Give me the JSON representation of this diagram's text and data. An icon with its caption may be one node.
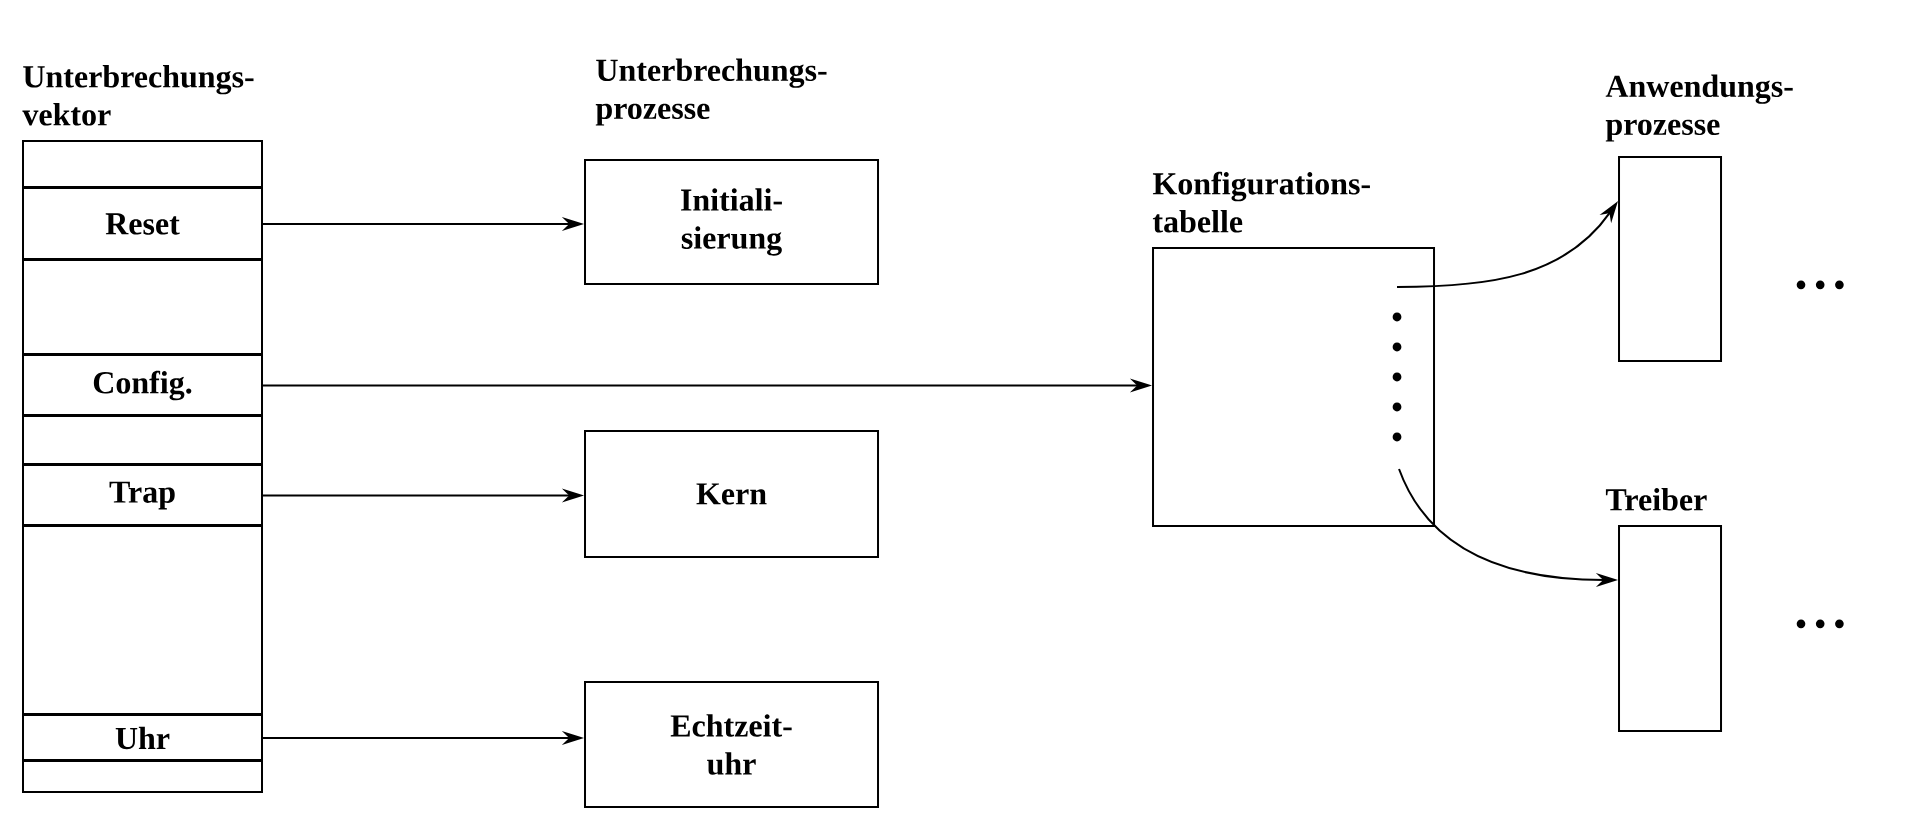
{
  "diagram": {
    "nodes": [
      {
        "text": [
          "Unterbrechungs- vektor"
        ]
      },
      {
        "text": [
          "Reset"
        ],
        "in": 0
      },
      {
        "text": [
          "Config."
        ],
        "in": 0
      },
      {
        "text": [
          "Trap"
        ],
        "in": 0
      },
      {
        "text": [
          "Uhr"
        ],
        "in": 0
      },
      {
        "text": [
          "Initiali- sierung"
        ]
      },
      {
        "text": [
          "Kern"
        ]
      },
      {
        "text": [
          "Echtzeit- uhr"
        ]
      },
      {
        "text": [
          "Konfigurations- tabelle"
        ]
      },
      {
        "text": [
          "Anwendungs- prozesse"
        ],
        "beside": [
          "• • •"
        ]
      },
      {
        "text": [
          "Treiber"
        ],
        "beside": [
          "• • •"
        ]
      }
    ],
    "edges": [
      {
        "from": 1,
        "to": 5,
        "arrow": "to"
      },
      {
        "from": 2,
        "to": 8,
        "arrow": "to"
      },
      {
        "from": 3,
        "to": 6,
        "arrow": "to"
      },
      {
        "from": 4,
        "to": 7,
        "arrow": "to"
      },
      {
        "from": 8,
        "to": 9,
        "arrow": "to"
      },
      {
        "from": 8,
        "to": 10,
        "arrow": "to"
      }
    ],
    "labels": [
      "Unterbrechungs- prozesse"
    ]
  }
}
